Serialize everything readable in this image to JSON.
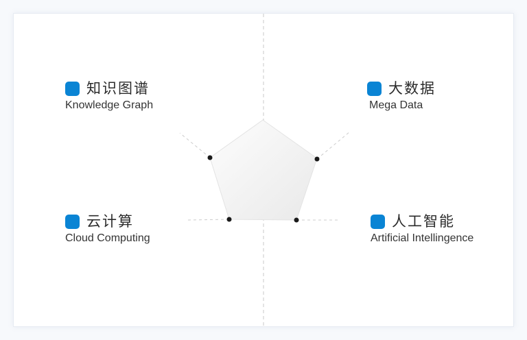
{
  "accent_color": "#0a84d4",
  "items": [
    {
      "id": "knowledge-graph",
      "cn": "知识图谱",
      "en": "Knowledge Graph"
    },
    {
      "id": "mega-data",
      "cn": "大数据",
      "en": "Mega Data"
    },
    {
      "id": "cloud-computing",
      "cn": "云计算",
      "en": "Cloud Computing"
    },
    {
      "id": "artificial-intelligence",
      "cn": "人工智能",
      "en": "Artificial Intellingence"
    }
  ]
}
